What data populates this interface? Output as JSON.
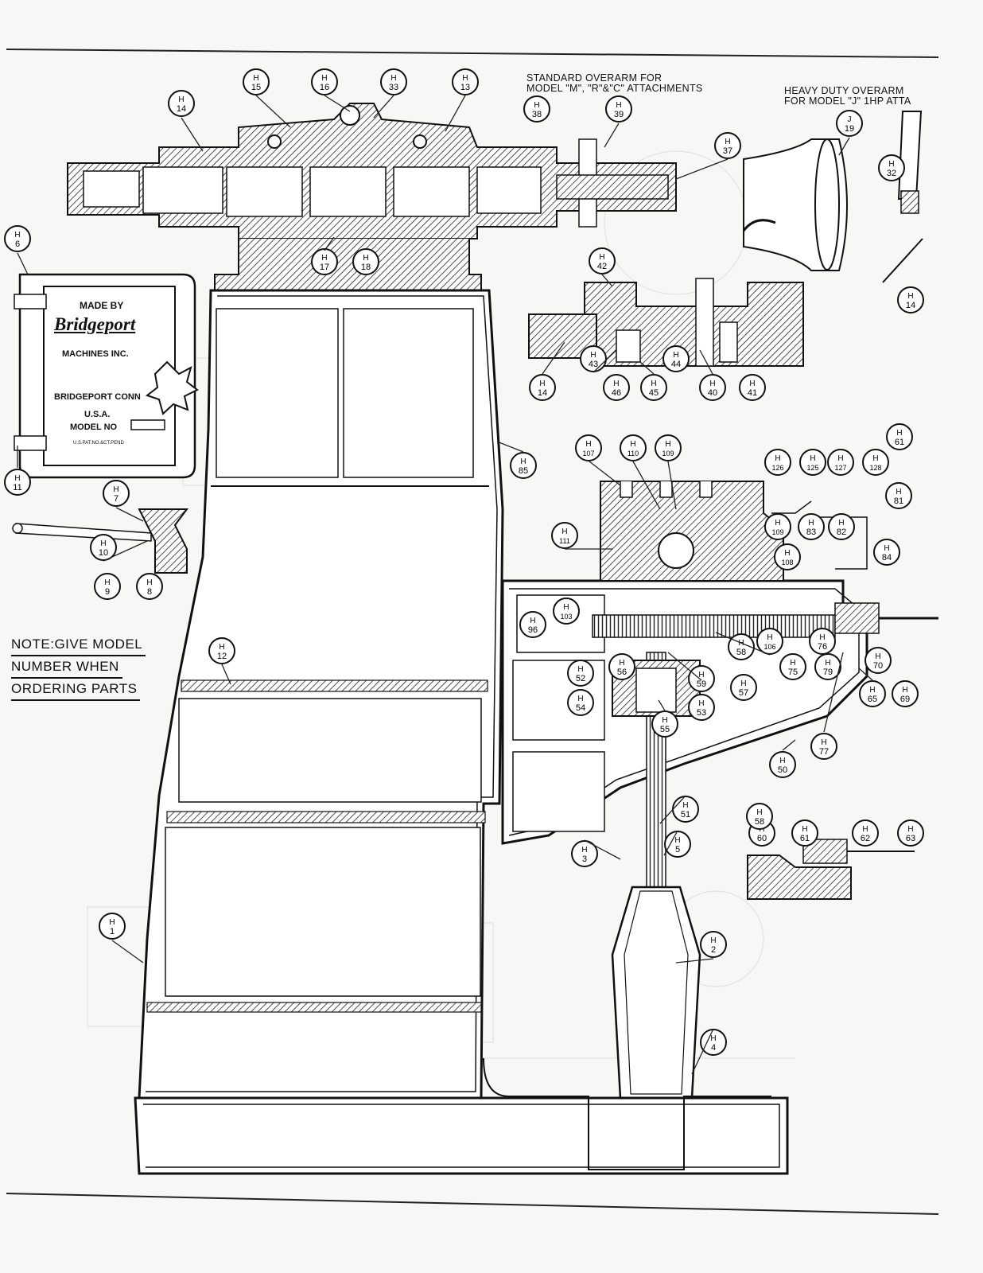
{
  "headers": {
    "standard_overarm_line1": "STANDARD OVERARM FOR",
    "standard_overarm_line2": "MODEL \"M\", \"R\"&\"C\" ATTACHMENTS",
    "heavy_overarm_line1": "HEAVY DUTY OVERARM",
    "heavy_overarm_line2": "FOR MODEL \"J\" 1HP ATTA"
  },
  "note": {
    "line1": "NOTE:GIVE MODEL",
    "line2": "NUMBER WHEN",
    "line3": "ORDERING PARTS"
  },
  "nameplate": {
    "made_by": "MADE BY",
    "brand": "Bridgeport",
    "company": "MACHINES INC.",
    "city": "BRIDGEPORT CONN",
    "country": "U.S.A.",
    "model_no": "MODEL NO",
    "patent": "U.S.PAT.NO.&CT.PEND"
  },
  "callouts": [
    {
      "prefix": "H",
      "num": "14"
    },
    {
      "prefix": "H",
      "num": "15"
    },
    {
      "prefix": "H",
      "num": "16"
    },
    {
      "prefix": "H",
      "num": "33"
    },
    {
      "prefix": "H",
      "num": "13"
    },
    {
      "prefix": "H",
      "num": "38"
    },
    {
      "prefix": "H",
      "num": "39"
    },
    {
      "prefix": "H",
      "num": "37"
    },
    {
      "prefix": "J",
      "num": "19"
    },
    {
      "prefix": "H",
      "num": "32"
    },
    {
      "prefix": "H",
      "num": "6"
    },
    {
      "prefix": "H",
      "num": "17"
    },
    {
      "prefix": "H",
      "num": "18"
    },
    {
      "prefix": "H",
      "num": "42"
    },
    {
      "prefix": "H",
      "num": "14"
    },
    {
      "prefix": "H",
      "num": "43"
    },
    {
      "prefix": "H",
      "num": "46"
    },
    {
      "prefix": "H",
      "num": "45"
    },
    {
      "prefix": "H",
      "num": "44"
    },
    {
      "prefix": "H",
      "num": "40"
    },
    {
      "prefix": "H",
      "num": "41"
    },
    {
      "prefix": "H",
      "num": "11"
    },
    {
      "prefix": "H",
      "num": "85"
    },
    {
      "prefix": "H",
      "num": "7"
    },
    {
      "prefix": "H",
      "num": "10"
    },
    {
      "prefix": "H",
      "num": "9"
    },
    {
      "prefix": "H",
      "num": "8"
    },
    {
      "prefix": "H",
      "num": "107"
    },
    {
      "prefix": "H",
      "num": "110"
    },
    {
      "prefix": "H",
      "num": "109"
    },
    {
      "prefix": "H",
      "num": "126"
    },
    {
      "prefix": "H",
      "num": "125"
    },
    {
      "prefix": "H",
      "num": "127"
    },
    {
      "prefix": "H",
      "num": "128"
    },
    {
      "prefix": "H",
      "num": "61"
    },
    {
      "prefix": "H",
      "num": "81"
    },
    {
      "prefix": "H",
      "num": "111"
    },
    {
      "prefix": "H",
      "num": "109"
    },
    {
      "prefix": "H",
      "num": "83"
    },
    {
      "prefix": "H",
      "num": "82"
    },
    {
      "prefix": "H",
      "num": "108"
    },
    {
      "prefix": "H",
      "num": "84"
    },
    {
      "prefix": "H",
      "num": "103"
    },
    {
      "prefix": "H",
      "num": "96"
    },
    {
      "prefix": "H",
      "num": "106"
    },
    {
      "prefix": "H",
      "num": "75"
    },
    {
      "prefix": "H",
      "num": "76"
    },
    {
      "prefix": "H",
      "num": "79"
    },
    {
      "prefix": "H",
      "num": "70"
    },
    {
      "prefix": "H",
      "num": "69"
    },
    {
      "prefix": "H",
      "num": "65"
    },
    {
      "prefix": "H",
      "num": "56"
    },
    {
      "prefix": "H",
      "num": "58"
    },
    {
      "prefix": "H",
      "num": "52"
    },
    {
      "prefix": "H",
      "num": "59"
    },
    {
      "prefix": "H",
      "num": "57"
    },
    {
      "prefix": "H",
      "num": "54"
    },
    {
      "prefix": "H",
      "num": "53"
    },
    {
      "prefix": "H",
      "num": "55"
    },
    {
      "prefix": "H",
      "num": "12"
    },
    {
      "prefix": "H",
      "num": "77"
    },
    {
      "prefix": "H",
      "num": "50"
    },
    {
      "prefix": "H",
      "num": "51"
    },
    {
      "prefix": "H",
      "num": "60"
    },
    {
      "prefix": "H",
      "num": "61"
    },
    {
      "prefix": "H",
      "num": "62"
    },
    {
      "prefix": "H",
      "num": "63"
    },
    {
      "prefix": "H",
      "num": "58"
    },
    {
      "prefix": "H",
      "num": "3"
    },
    {
      "prefix": "H",
      "num": "5"
    },
    {
      "prefix": "H",
      "num": "1"
    },
    {
      "prefix": "H",
      "num": "2"
    },
    {
      "prefix": "H",
      "num": "4"
    },
    {
      "prefix": "H",
      "num": "14"
    }
  ]
}
